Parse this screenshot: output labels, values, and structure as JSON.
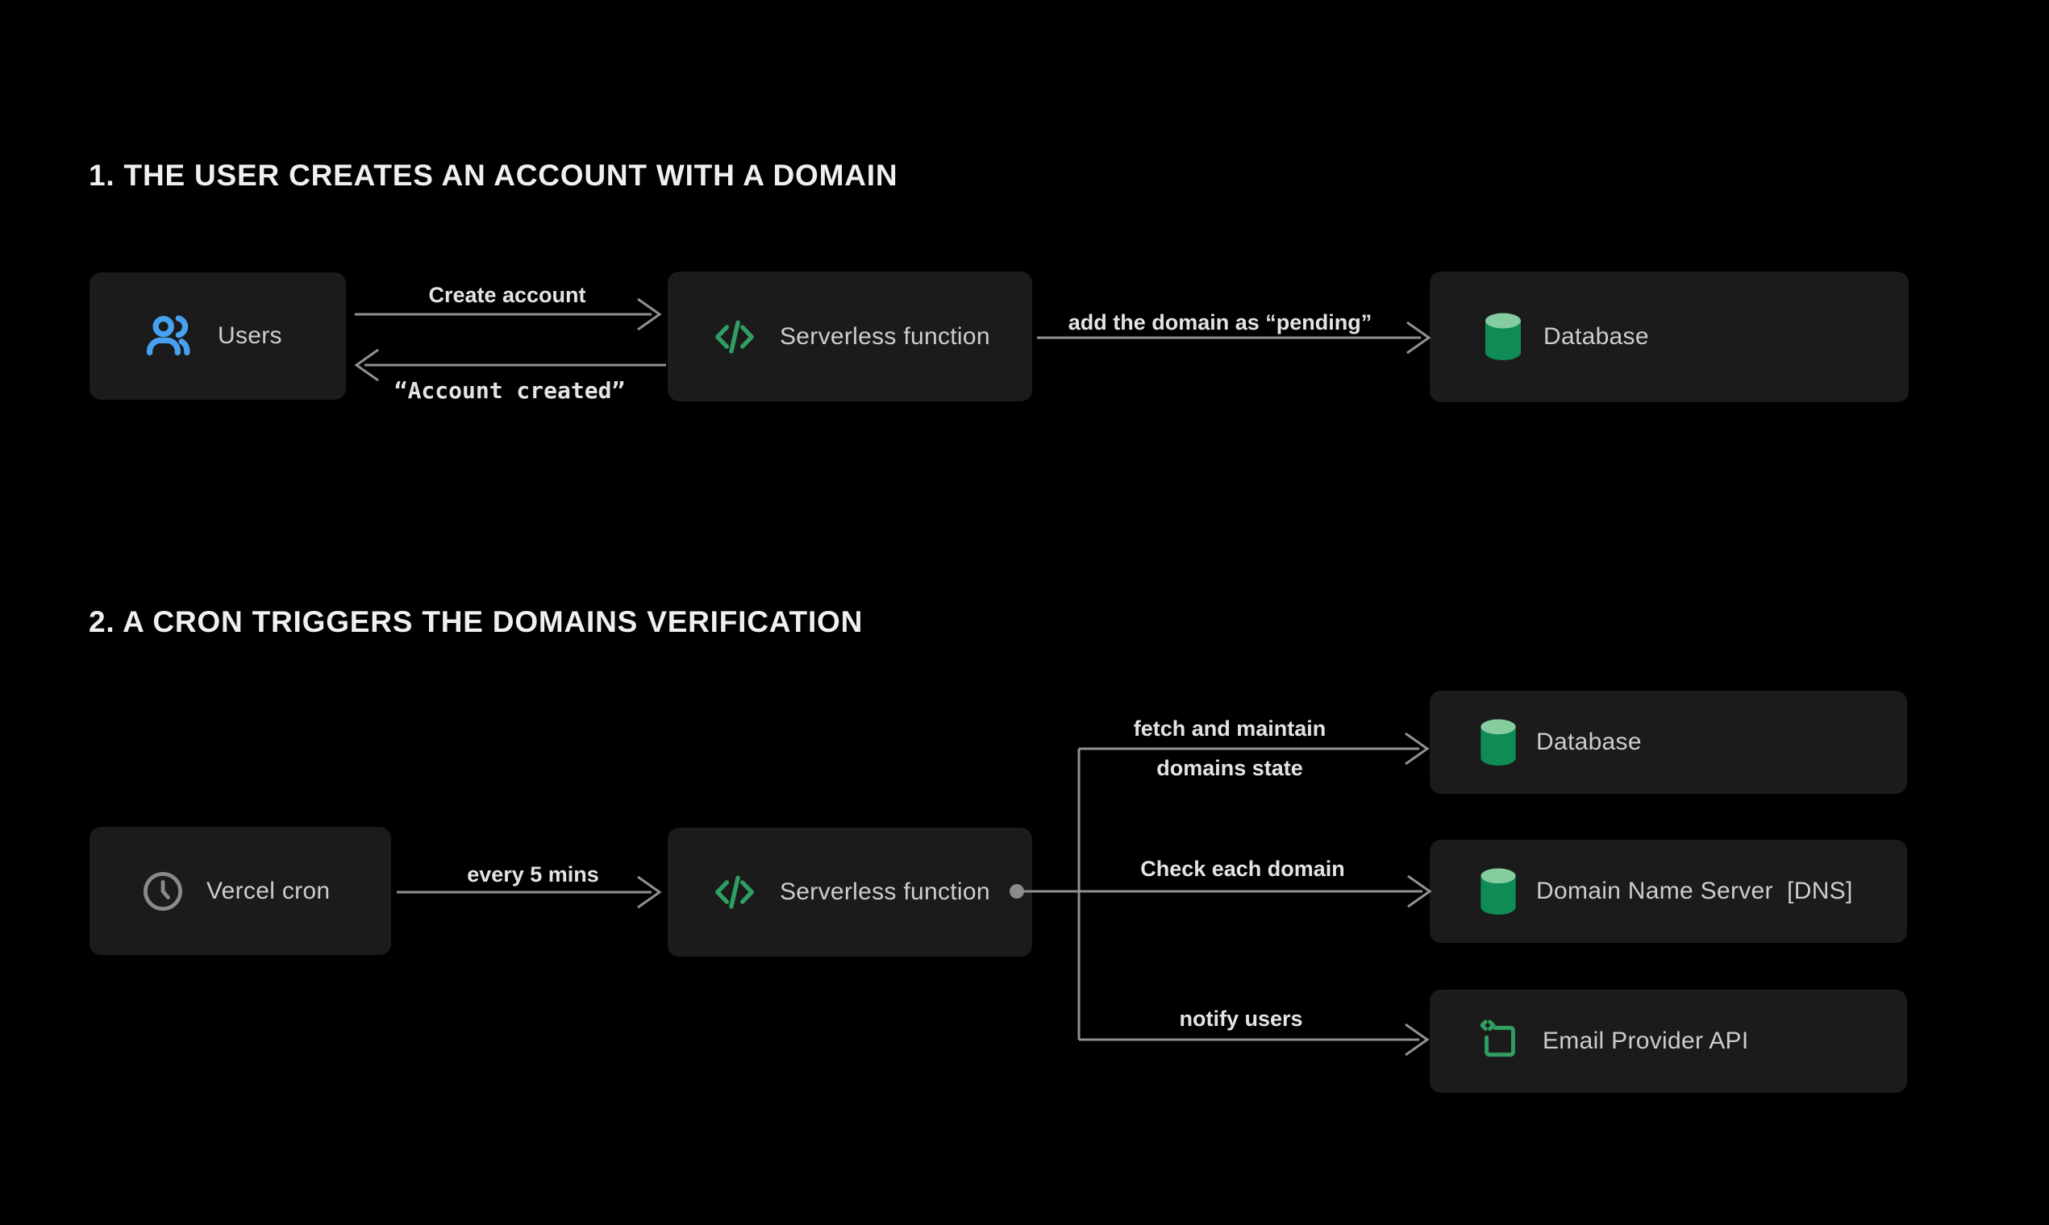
{
  "page": {
    "background": "#000000"
  },
  "colors": {
    "box_bg": "#1b1b1b",
    "box_text": "#cdcdcd",
    "title_text": "#f0f0f0",
    "edge_label_text": "#e4e4e4",
    "arrow_gray": "#919191",
    "users_icon_blue": "#47a1f1",
    "code_icon_green": "#2f9e63",
    "cylinder_top_green": "#85cc9f",
    "cylinder_body_green": "#0f8b56",
    "clock_icon_gray": "#8a8a8a"
  },
  "sections": [
    {
      "title": "1. THE USER CREATES AN ACCOUNT WITH A DOMAIN",
      "nodes": [
        {
          "label": "Users",
          "icon": "users-icon"
        },
        {
          "label": "Serverless function",
          "icon": "code-icon"
        },
        {
          "label": "Database",
          "icon": "database-icon"
        }
      ],
      "edges": [
        {
          "label": "Create account",
          "from": "Users",
          "to": "Serverless function",
          "direction": "right"
        },
        {
          "label": "“Account created”",
          "from": "Serverless function",
          "to": "Users",
          "direction": "left"
        },
        {
          "label": "add the domain as “pending”",
          "from": "Serverless function",
          "to": "Database",
          "direction": "right"
        }
      ]
    },
    {
      "title": "2. A CRON TRIGGERS THE DOMAINS VERIFICATION",
      "nodes": [
        {
          "label": "Vercel cron",
          "icon": "clock-icon"
        },
        {
          "label": "Serverless function",
          "icon": "code-icon"
        },
        {
          "label": "Database",
          "icon": "database-icon"
        },
        {
          "label": "Domain Name Server  [DNS]",
          "icon": "database-icon"
        },
        {
          "label": "Email Provider API",
          "icon": "api-icon"
        }
      ],
      "edges": [
        {
          "label": "every 5 mins",
          "from": "Vercel cron",
          "to": "Serverless function",
          "direction": "right"
        },
        {
          "label": "fetch and maintain",
          "label_line2": "domains state",
          "from": "Serverless function",
          "to": "Database",
          "direction": "right"
        },
        {
          "label": "Check each domain",
          "from": "Serverless function",
          "to": "Domain Name Server  [DNS]",
          "direction": "right"
        },
        {
          "label": "notify users",
          "from": "Serverless function",
          "to": "Email Provider API",
          "direction": "right"
        }
      ]
    }
  ]
}
